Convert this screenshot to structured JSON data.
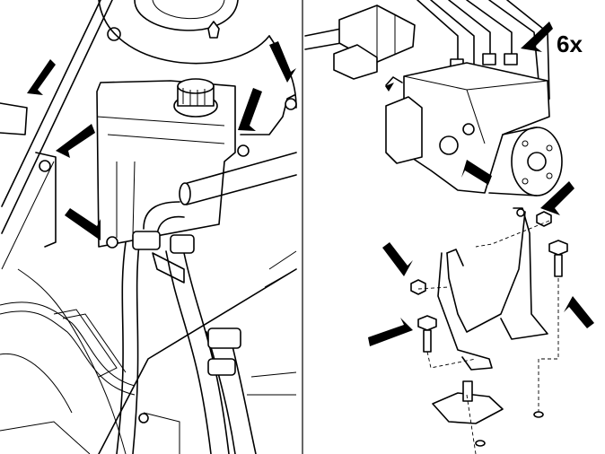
{
  "diagram": {
    "left_panel": {
      "description_icon": "engine-bay-brake-reservoir-illustration"
    },
    "right_panel": {
      "description_icon": "abs-unit-exploded-illustration"
    },
    "label_quantity": "6x"
  }
}
